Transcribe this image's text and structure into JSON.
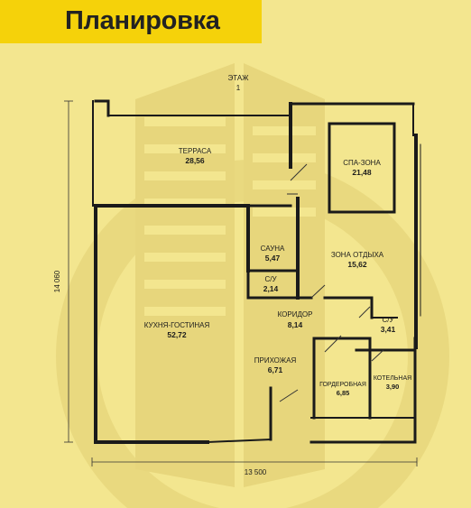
{
  "header": {
    "title": "Планировка"
  },
  "floor": {
    "label": "ЭТАЖ",
    "number": "1"
  },
  "rooms": {
    "terrace": {
      "name": "ТЕРРАСА",
      "area": "28,56"
    },
    "spa": {
      "name": "СПА-ЗОНА",
      "area": "21,48"
    },
    "sauna": {
      "name": "САУНА",
      "area": "5,47"
    },
    "rest": {
      "name": "ЗОНА ОТДЫХА",
      "area": "15,62"
    },
    "wc1": {
      "name": "С/У",
      "area": "2,14"
    },
    "corridor": {
      "name": "КОРИДОР",
      "area": "8,14"
    },
    "kitchen": {
      "name": "КУХНЯ-ГОСТИНАЯ",
      "area": "52,72"
    },
    "wc2": {
      "name": "С/У",
      "area": "3,41"
    },
    "hall": {
      "name": "ПРИХОЖАЯ",
      "area": "6,71"
    },
    "wardrobe": {
      "name": "ГОРДЕРОБНАЯ",
      "area": "6,85"
    },
    "boiler": {
      "name": "КОТЕЛЬНАЯ",
      "area": "3,90"
    }
  },
  "dimensions": {
    "width": "13 500",
    "height": "14 060"
  },
  "colors": {
    "background": "#F3E68F",
    "title_bar": "#F5D20A",
    "watermark": "#E5D378",
    "wall": "#1a1a1a"
  }
}
